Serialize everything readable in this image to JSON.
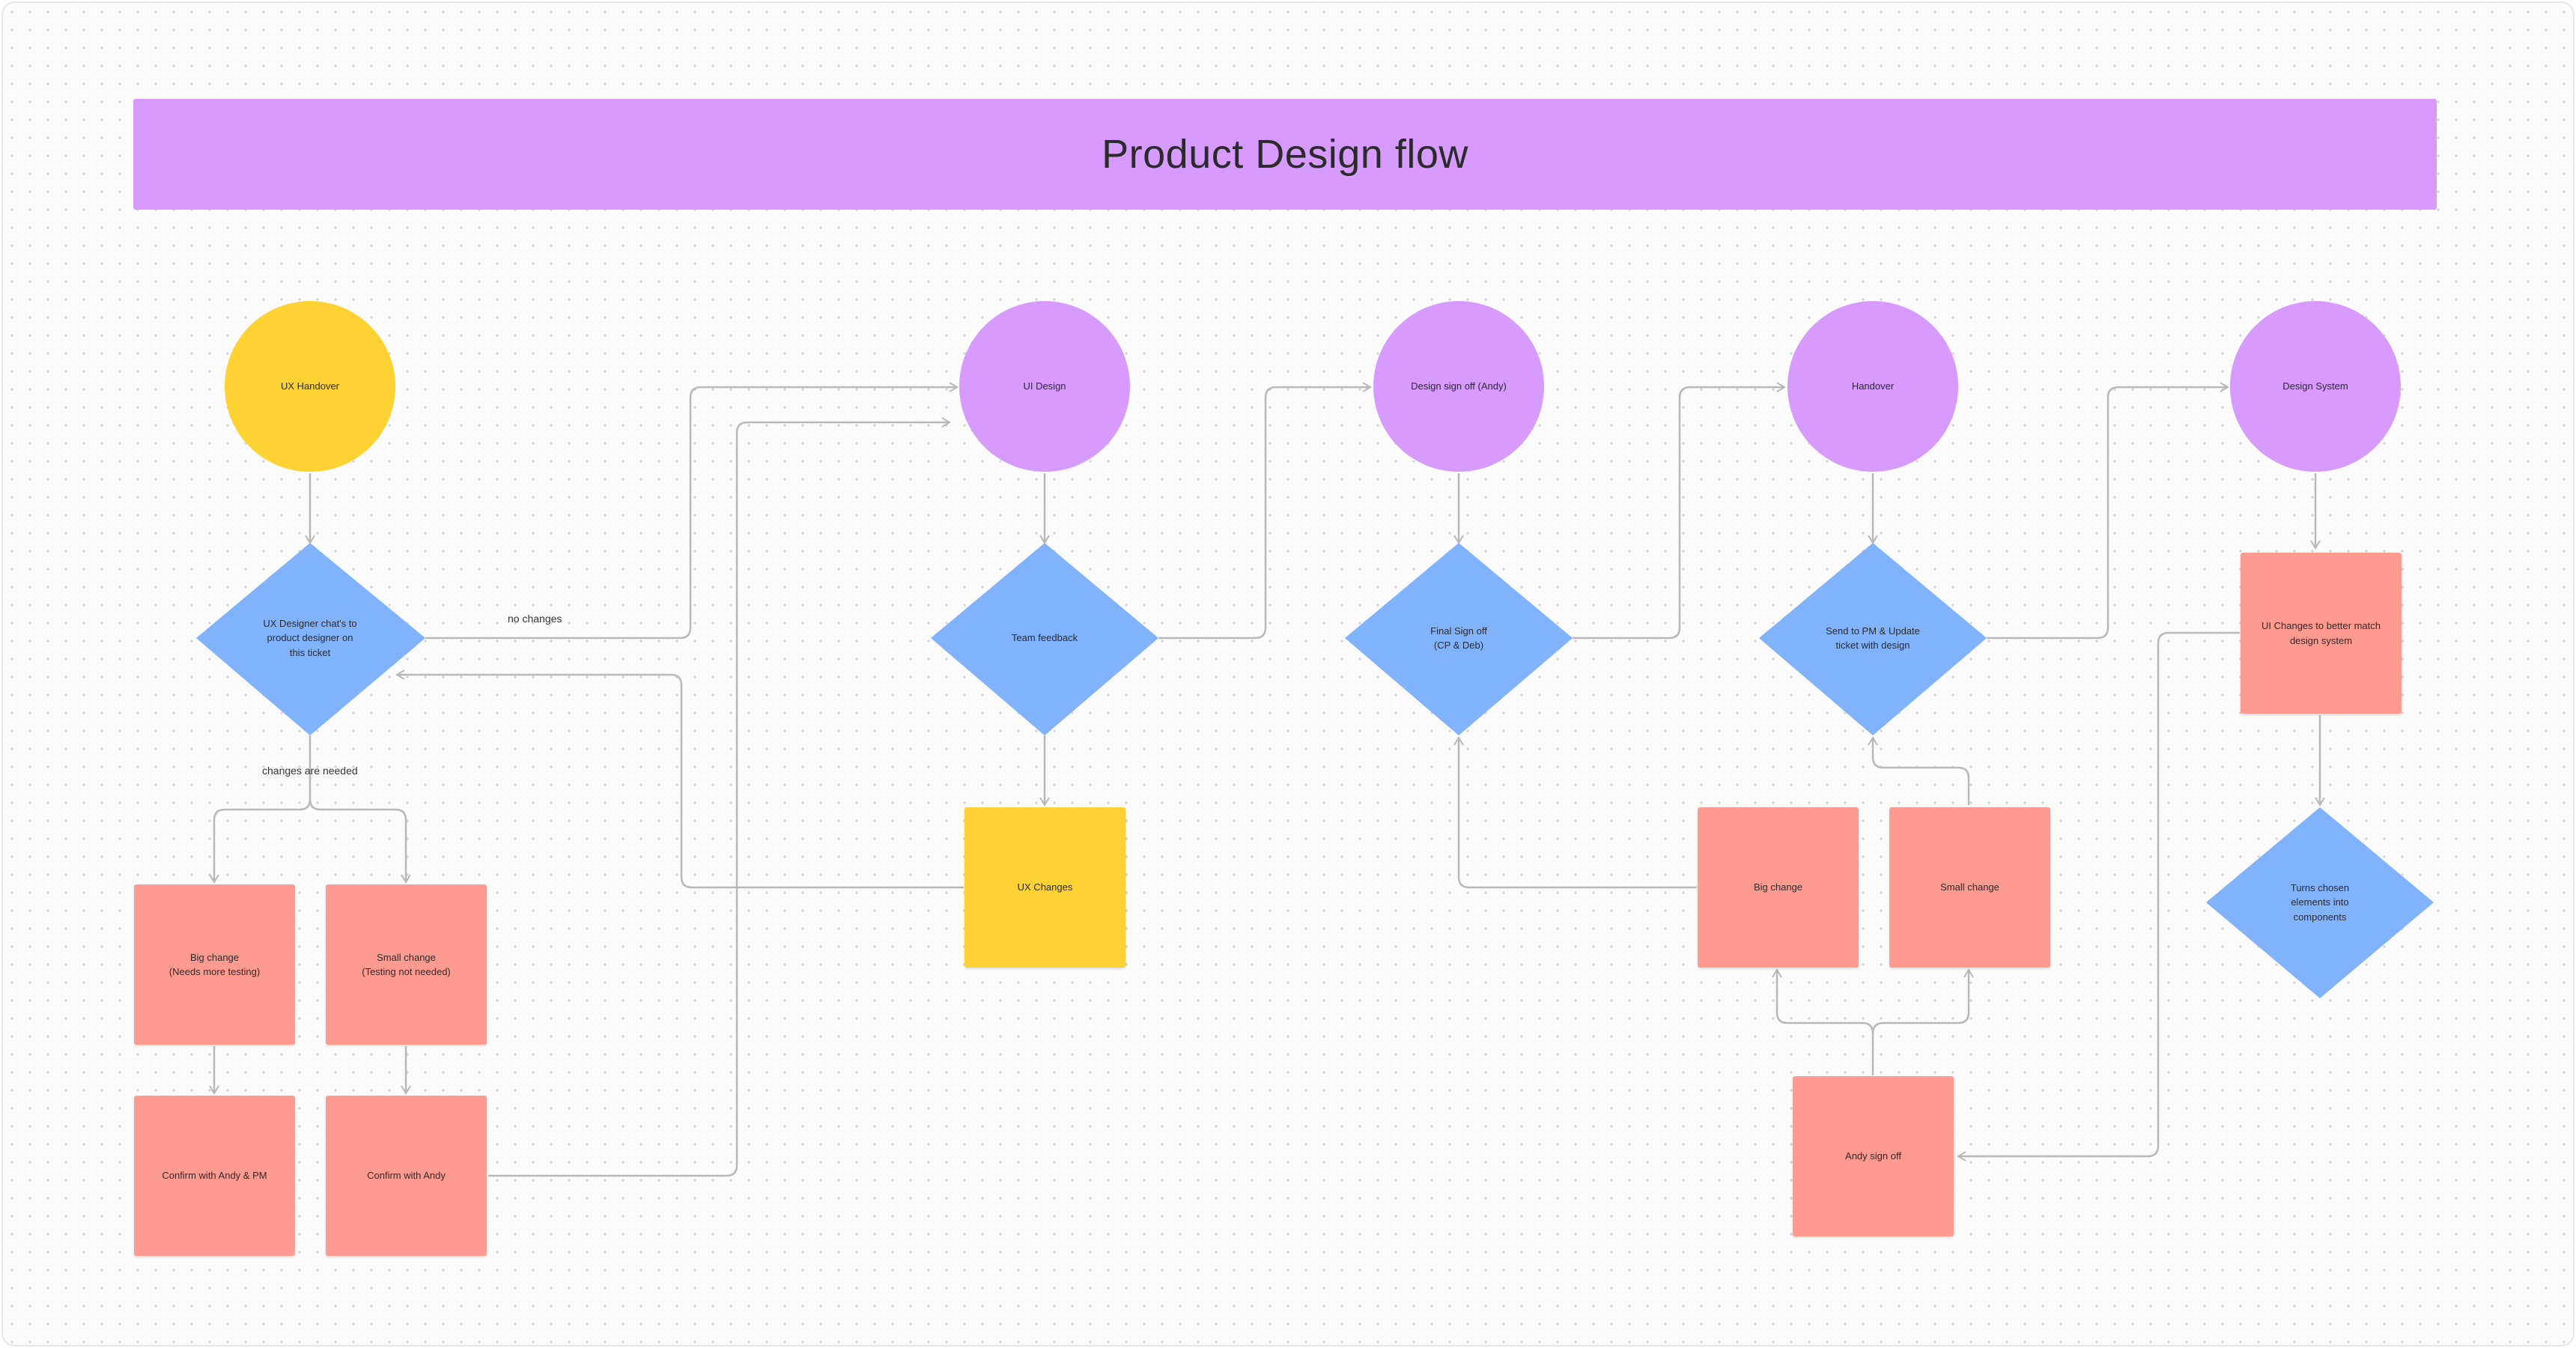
{
  "title": "Product Design flow",
  "colors": {
    "title_bar": "#d79bff",
    "yellow": "#fed232",
    "purple": "#d79bff",
    "blue": "#81b2fc",
    "red": "#ff9a91",
    "connector": "#b8b8b8"
  },
  "nodes": {
    "ux_handover": "UX Handover",
    "ux_designer_chats": "UX Designer chat's to\nproduct designer on\nthis ticket",
    "big_change_1": "Big change\n(Needs more testing)",
    "small_change_1": "Small change\n(Testing not needed)",
    "confirm_andy_pm": "Confirm with Andy & PM",
    "confirm_andy": "Confirm with Andy",
    "ui_design": "UI Design",
    "team_feedback": "Team feedback",
    "ux_changes": "UX Changes",
    "design_sign_off": "Design sign off (Andy)",
    "final_sign_off": "Final Sign off\n(CP & Deb)",
    "handover": "Handover",
    "send_to_pm": "Send to PM & Update\nticket with design",
    "big_change_2": "Big change",
    "small_change_2": "Small change",
    "andy_sign_off": "Andy sign off",
    "design_system": "Design System",
    "ui_changes_match": "UI Changes to better match\ndesign system",
    "turns_chosen": "Turns chosen\nelements into\ncomponents"
  },
  "edge_labels": {
    "no_changes": "no changes",
    "changes_needed": "changes are needed"
  }
}
